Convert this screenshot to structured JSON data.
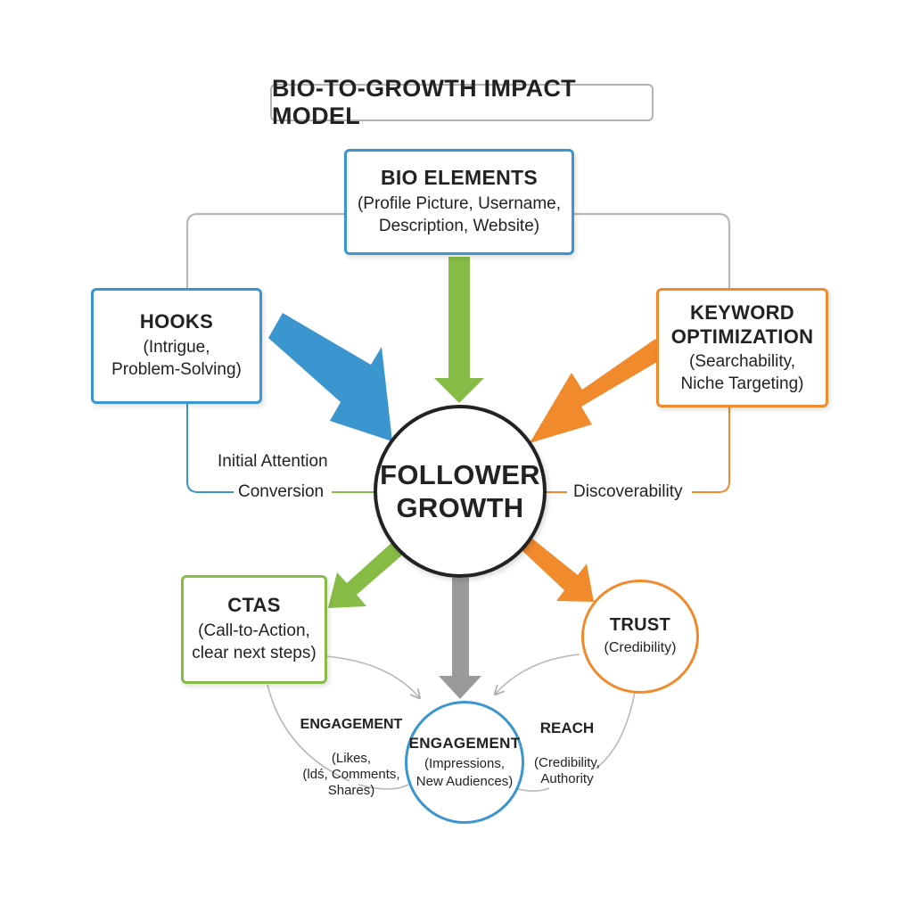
{
  "title": "BIO-TO-GROWTH IMPACT MODEL",
  "colors": {
    "blue": "#3b95cf",
    "green": "#86bb45",
    "orange": "#f08a2c",
    "gray": "#9a9a9a",
    "dark": "#222222",
    "line": "#b8b8b8"
  },
  "center": {
    "line1": "FOLLOWER",
    "line2": "GROWTH"
  },
  "bio": {
    "heading": "BIO ELEMENTS",
    "detail": "(Profile Picture, Username,\nDescription, Website)"
  },
  "hooks": {
    "heading": "HOOKS",
    "detail": "(Intrigue,\nProblem-Solving)"
  },
  "keyword": {
    "heading": "KEYWORD\nOPTIMIZATION",
    "detail": "(Searchability,\nNiche Targeting)"
  },
  "ctas": {
    "heading": "CTAS",
    "detail": "(Call-to-Action,\nclear next steps)"
  },
  "trust": {
    "heading": "TRUST",
    "detail": "(Credibility)"
  },
  "engagement_node": {
    "heading": "ENGAGEMENT",
    "detail": "(Impressions,\nNew Audiences)"
  },
  "labels": {
    "initial_attention": "Initial Attention",
    "conversion": "Conversion",
    "discoverability": "Discoverability"
  },
  "engagement_label": {
    "heading": "ENGAGEMENT",
    "detail": "(Likes,\n(ldś, Comments,\nShares)"
  },
  "reach_label": {
    "heading": "REACH",
    "detail": "(Credibility,\nAuthority"
  }
}
